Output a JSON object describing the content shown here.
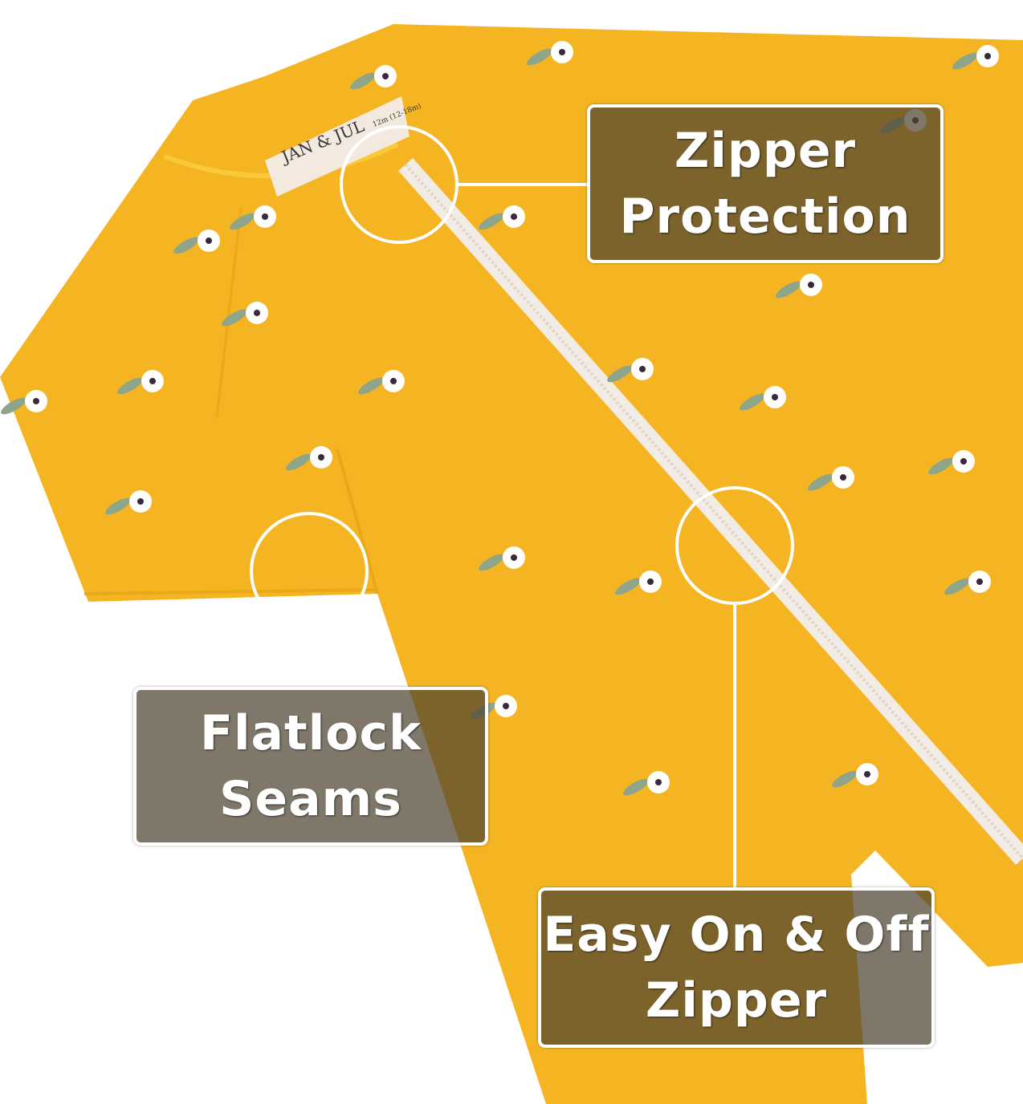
{
  "colors": {
    "garment": "#f5b523",
    "zipper": "#f3ece4",
    "callout_bg": "#4e4430",
    "outline": "#ffffff",
    "leaf": "#8fa58a"
  },
  "garment_tag": {
    "brand": "JAN & JUL",
    "size": "12m (12-18m)"
  },
  "callouts": [
    {
      "id": "zipper-protection",
      "lines": [
        "Zipper",
        "Protection"
      ]
    },
    {
      "id": "flatlock-seams",
      "lines": [
        "Flatlock",
        "Seams"
      ]
    },
    {
      "id": "easy-zipper",
      "lines": [
        "Easy On & Off",
        "Zipper"
      ]
    }
  ]
}
